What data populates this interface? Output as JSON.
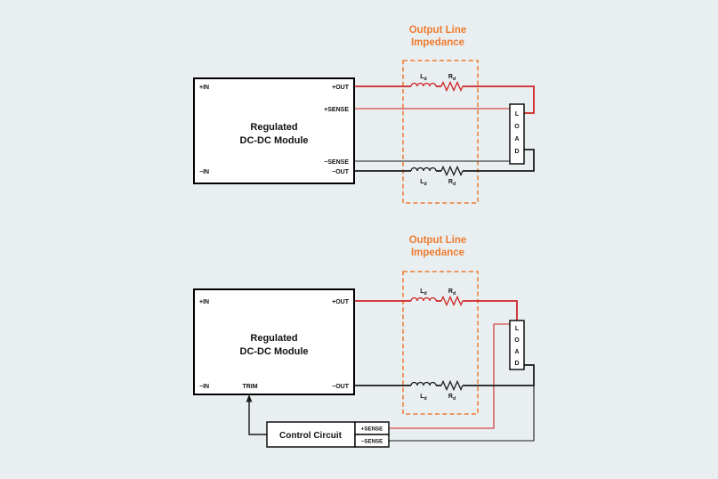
{
  "colors": {
    "background": "#E9EEF0",
    "wire_positive": "#CE2424",
    "wire_negative": "#1A1A1A",
    "accent_orange": "#ED7D31",
    "box_fill": "#FFFFFF",
    "box_border": "#000000",
    "text": "#111111"
  },
  "top_diagram": {
    "impedance_heading": {
      "line1": "Output Line",
      "line2": "Impedance"
    },
    "module": {
      "title_line1": "Regulated",
      "title_line2": "DC-DC Module",
      "terminals": {
        "pos_in": "+IN",
        "neg_in": "−IN",
        "pos_out": "+OUT",
        "pos_sense": "+SENSE",
        "neg_sense": "−SENSE",
        "neg_out": "−OUT"
      }
    },
    "impedance_labels": {
      "top_inductor": {
        "main": "L",
        "sub": "d"
      },
      "top_resistor": {
        "main": "R",
        "sub": "d"
      },
      "bottom_inductor": {
        "main": "L",
        "sub": "d"
      },
      "bottom_resistor": {
        "main": "R",
        "sub": "d"
      }
    },
    "load": {
      "letters": [
        "L",
        "O",
        "A",
        "D"
      ]
    }
  },
  "bottom_diagram": {
    "impedance_heading": {
      "line1": "Output Line",
      "line2": "Impedance"
    },
    "module": {
      "title_line1": "Regulated",
      "title_line2": "DC-DC Module",
      "terminals": {
        "pos_in": "+IN",
        "neg_in": "−IN",
        "trim": "TRIM",
        "pos_out": "+OUT",
        "neg_out": "−OUT"
      }
    },
    "impedance_labels": {
      "top_inductor": {
        "main": "L",
        "sub": "d"
      },
      "top_resistor": {
        "main": "R",
        "sub": "d"
      },
      "bottom_inductor": {
        "main": "L",
        "sub": "d"
      },
      "bottom_resistor": {
        "main": "R",
        "sub": "d"
      }
    },
    "load": {
      "letters": [
        "L",
        "O",
        "A",
        "D"
      ]
    },
    "control_circuit": {
      "label": "Control Circuit",
      "terminals": {
        "pos_sense": "+SENSE",
        "neg_sense": "−SENSE"
      }
    }
  }
}
